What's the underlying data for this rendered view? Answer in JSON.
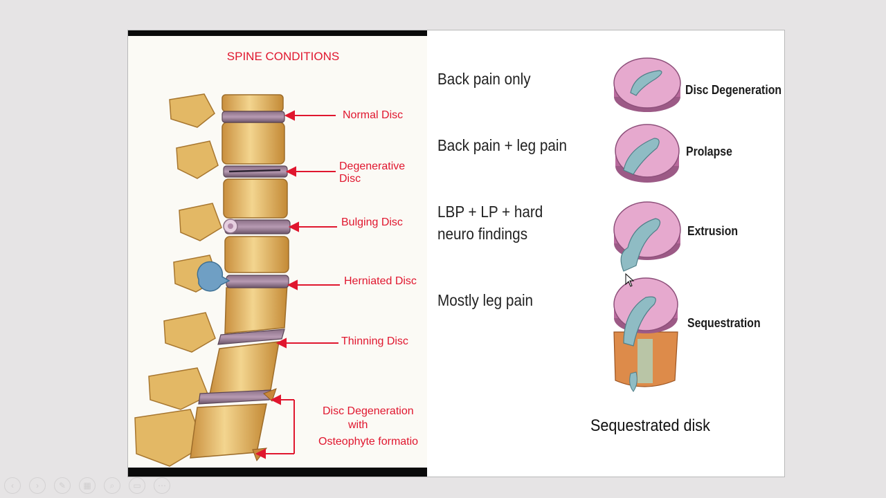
{
  "slide": {
    "spine_title": "SPINE CONDITIONS",
    "disc_labels": {
      "normal": "Normal Disc",
      "degenerative_1": "Degenerative",
      "degenerative_2": "Disc",
      "bulging": "Bulging Disc",
      "herniated": "Herniated Disc",
      "thinning": "Thinning Disc",
      "osteophyte_1": "Disc Degeneration",
      "osteophyte_2": "with",
      "osteophyte_3": "Osteophyte formatio"
    },
    "descriptions": {
      "back_pain_only": "Back pain only",
      "back_leg_pain": "Back pain + leg pain",
      "lbp_1": "LBP + LP + hard",
      "lbp_2": "neuro findings",
      "mostly_leg": "Mostly leg pain"
    },
    "stages": {
      "degeneration": "Disc Degeneration",
      "prolapse": "Prolapse",
      "extrusion": "Extrusion",
      "sequestration": "Sequestration"
    },
    "caption": "Sequestrated disk"
  },
  "controls": [
    {
      "icon": "previous-icon",
      "glyph": "‹"
    },
    {
      "icon": "next-icon",
      "glyph": "›"
    },
    {
      "icon": "pen-icon",
      "glyph": "✎"
    },
    {
      "icon": "slides-icon",
      "glyph": "▦"
    },
    {
      "icon": "zoom-icon",
      "glyph": "⌕"
    },
    {
      "icon": "subtitles-icon",
      "glyph": "▭"
    },
    {
      "icon": "more-icon",
      "glyph": "⋯"
    }
  ],
  "colors": {
    "label_red": "#e0162e",
    "disc_pink": "#d98ab3",
    "nucleus_blue": "#7fb0b8",
    "bone": "#e8c27a"
  }
}
